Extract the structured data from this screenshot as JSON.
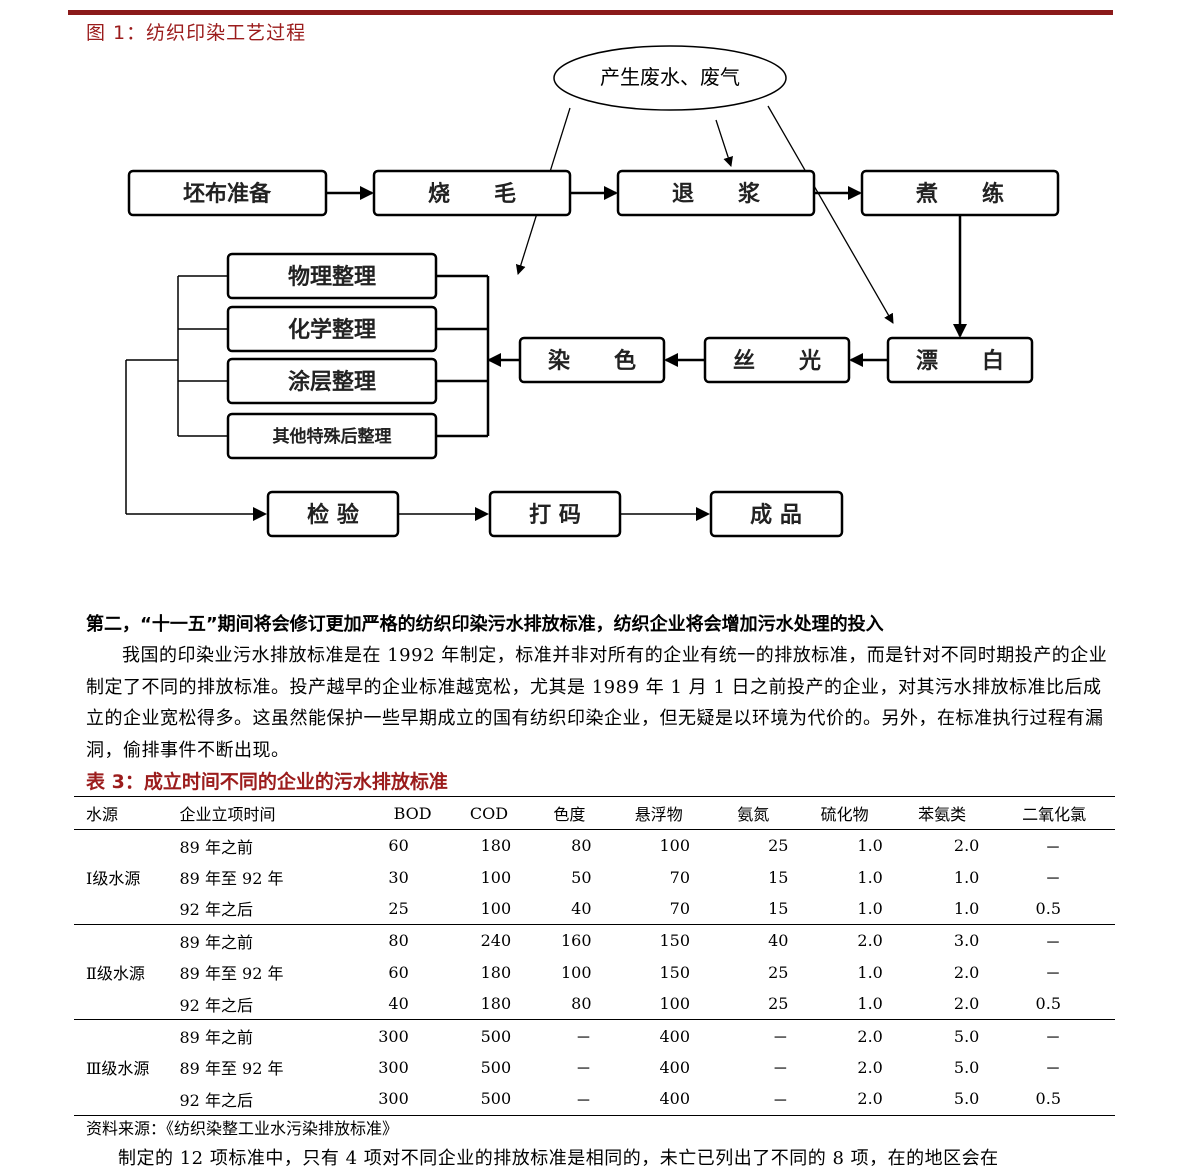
{
  "figure": {
    "title": "图 1：纺织印染工艺过程",
    "emission_note": "产生废水、废气",
    "steps": {
      "prep": "坯布准备",
      "singe": "烧　　毛",
      "desize": "退　　浆",
      "scour": "煮　　练",
      "bleach": "漂　　白",
      "mercerize": "丝　　光",
      "dye": "染　　色",
      "physical": "物理整理",
      "chemical": "化学整理",
      "coating": "涂层整理",
      "special": "其他特殊后整理",
      "inspect": "检 验",
      "code": "打 码",
      "product": "成 品"
    }
  },
  "section": {
    "heading": "第二，“十一五”期间将会修订更加严格的纺织印染污水排放标准，纺织企业将会增加污水处理的投入",
    "body": "我国的印染业污水排放标准是在 1992 年制定，标准并非对所有的企业有统一的排放标准，而是针对不同时期投产的企业制定了不同的排放标准。投产越早的企业标准越宽松，尤其是 1989 年 1 月 1 日之前投产的企业，对其污水排放标准比后成立的企业宽松得多。这虽然能保护一些早期成立的国有纺织印染企业，但无疑是以环境为代价的。另外，在标准执行过程有漏洞，偷排事件不断出现。"
  },
  "table": {
    "title": "表 3：成立时间不同的企业的污水排放标准",
    "headers": [
      "水源",
      "企业立项时间",
      "BOD",
      "COD",
      "色度",
      "悬浮物",
      "氨氮",
      "硫化物",
      "苯氨类",
      "二氧化氯"
    ],
    "groups": [
      {
        "source": "Ⅰ级水源",
        "rows": [
          [
            "89 年之前",
            "60",
            "180",
            "80",
            "100",
            "25",
            "1.0",
            "2.0",
            "－"
          ],
          [
            "89 年至 92 年",
            "30",
            "100",
            "50",
            "70",
            "15",
            "1.0",
            "1.0",
            "－"
          ],
          [
            "92 年之后",
            "25",
            "100",
            "40",
            "70",
            "15",
            "1.0",
            "1.0",
            "0.5"
          ]
        ]
      },
      {
        "source": "Ⅱ级水源",
        "rows": [
          [
            "89 年之前",
            "80",
            "240",
            "160",
            "150",
            "40",
            "2.0",
            "3.0",
            "－"
          ],
          [
            "89 年至 92 年",
            "60",
            "180",
            "100",
            "150",
            "25",
            "1.0",
            "2.0",
            "－"
          ],
          [
            "92 年之后",
            "40",
            "180",
            "80",
            "100",
            "25",
            "1.0",
            "2.0",
            "0.5"
          ]
        ]
      },
      {
        "source": "Ⅲ级水源",
        "rows": [
          [
            "89 年之前",
            "300",
            "500",
            "－",
            "400",
            "－",
            "2.0",
            "5.0",
            "－"
          ],
          [
            "89 年至 92 年",
            "300",
            "500",
            "－",
            "400",
            "－",
            "2.0",
            "5.0",
            "－"
          ],
          [
            "92 年之后",
            "300",
            "500",
            "－",
            "400",
            "－",
            "2.0",
            "5.0",
            "0.5"
          ]
        ]
      }
    ],
    "source_note": "资料来源：《纺织染整工业水污染排放标准》"
  },
  "tail_text": "制定的 12 项标准中，只有 4 项对不同企业的排放标准是相同的，未亡已列出了不同的 8 项，在的地区会在",
  "colors": {
    "accent": "#9b1c1c",
    "rule": "#8b1a1a"
  }
}
